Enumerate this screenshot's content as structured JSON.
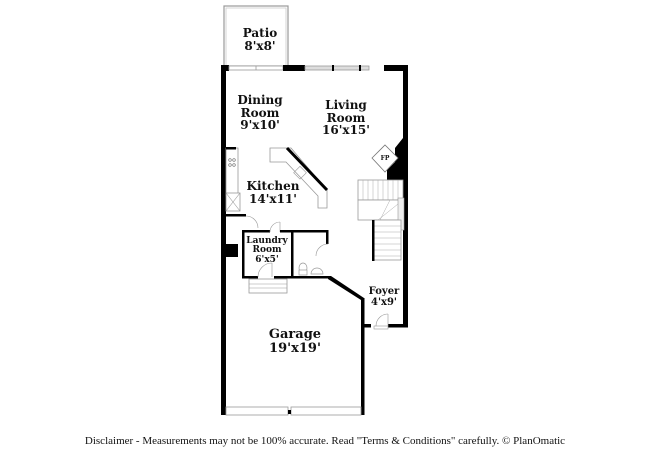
{
  "rooms": {
    "patio": {
      "name": "Patio",
      "dims": "8'x8'"
    },
    "dining": {
      "name_line1": "Dining",
      "name_line2": "Room",
      "dims": "9'x10'"
    },
    "living": {
      "name_line1": "Living",
      "name_line2": "Room",
      "dims": "16'x15'"
    },
    "fireplace": {
      "name": "FP"
    },
    "kitchen": {
      "name": "Kitchen",
      "dims": "14'x11'"
    },
    "laundry": {
      "name_line1": "Laundry",
      "name_line2": "Room",
      "dims": "6'x5'"
    },
    "foyer": {
      "name": "Foyer",
      "dims": "4'x9'"
    },
    "garage": {
      "name": "Garage",
      "dims": "19'x19'"
    }
  },
  "colors": {
    "wall": "#000000",
    "window": "#cccccc",
    "line": "#999999"
  },
  "footer": {
    "disclaimer": "Disclaimer - Measurements may not be 100% accurate. Read \"Terms & Conditions\" carefully. © PlanOmatic"
  }
}
